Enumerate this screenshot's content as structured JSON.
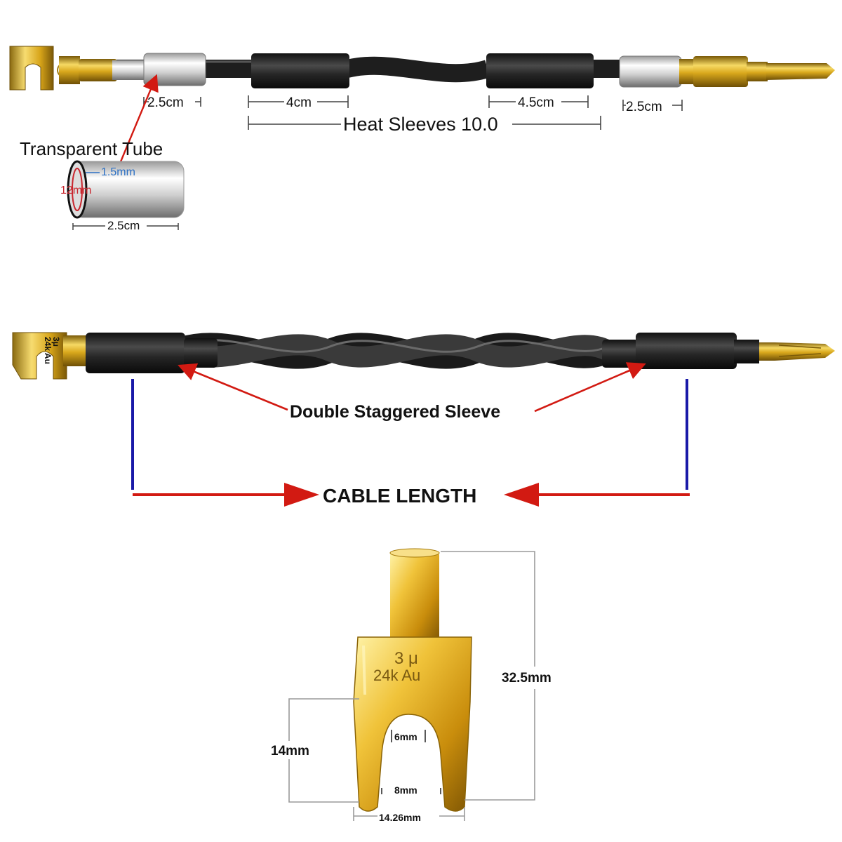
{
  "top_cable": {
    "tube_left_length": "2.5cm",
    "sleeve_left_length": "4cm",
    "sleeve_right_length": "4.5cm",
    "tube_right_length": "2.5cm",
    "heat_sleeves_label": "Heat Sleeves 10.0"
  },
  "transparent_tube": {
    "title": "Transparent Tube",
    "inner_dim": "1.5mm",
    "outer_dim": "12mm",
    "length": "2.5cm"
  },
  "middle_cable": {
    "spade_marking_line1": "3μ",
    "spade_marking_line2": "24k Au",
    "sleeve_label": "Double Staggered Sleeve",
    "length_label": "CABLE LENGTH"
  },
  "spade_detail": {
    "marking_line1": "3 μ",
    "marking_line2": "24k Au",
    "height": "32.5mm",
    "fork_length": "14mm",
    "inner_width": "6mm",
    "slot_width": "8mm",
    "outer_width": "14.26mm"
  },
  "colors": {
    "gold": "#d9a81c",
    "cable_black": "#222222",
    "arrow_red": "#d21a12",
    "line_blue": "#1a1aa8"
  }
}
